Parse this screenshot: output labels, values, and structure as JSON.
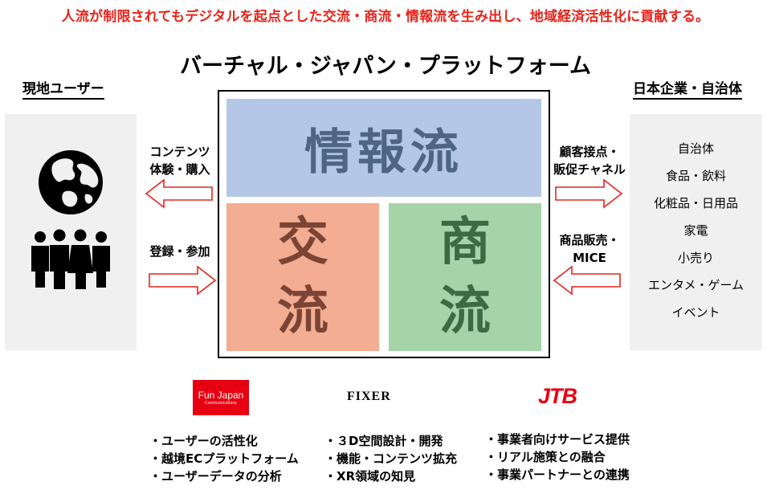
{
  "headline": "人流が制限されてもデジタルを起点とした交流・商流・情報流を生み出し、地域経済活性化に貢献する。",
  "platform": {
    "title": "バーチャル・ジャパン・プラットフォーム",
    "info_box": "情報流",
    "exchange_box": [
      "交",
      "流"
    ],
    "commerce_box": [
      "商",
      "流"
    ]
  },
  "left": {
    "title": "現地ユーザー",
    "icon": "globe-people-icon",
    "flow_out": [
      "コンテンツ",
      "体験・購入"
    ],
    "flow_in": [
      "登録・参加"
    ]
  },
  "right": {
    "title": "日本企業・自治体",
    "flow_out": [
      "顧客接点・",
      "販促チャネル"
    ],
    "flow_in": [
      "商品販売・",
      "MICE"
    ],
    "entities": [
      "自治体",
      "食品・飲料",
      "化粧品・日用品",
      "家電",
      "小売り",
      "エンタメ・ゲーム",
      "イベント"
    ]
  },
  "partners": [
    {
      "logo": {
        "name": "Fun Japan",
        "sub": "Communications"
      },
      "bullets": [
        "・ユーザーの活性化",
        "・越境ECプラットフォーム",
        "・ユーザーデータの分析"
      ]
    },
    {
      "logo": {
        "name": "FIXER"
      },
      "bullets": [
        "・３D空間設計・開発",
        "・機能・コンテンツ拡充",
        "・XR領域の知見"
      ]
    },
    {
      "logo": {
        "name": "JTB"
      },
      "bullets": [
        "・事業者向けサービス提供",
        "・リアル施策との融合",
        "・事業パートナーとの連携"
      ]
    }
  ],
  "colors": {
    "accent": "#e8231a",
    "info": "#b4c7e7",
    "exchange": "#f2ad92",
    "commerce": "#a5d4a8",
    "panel": "#f0f0f0"
  }
}
